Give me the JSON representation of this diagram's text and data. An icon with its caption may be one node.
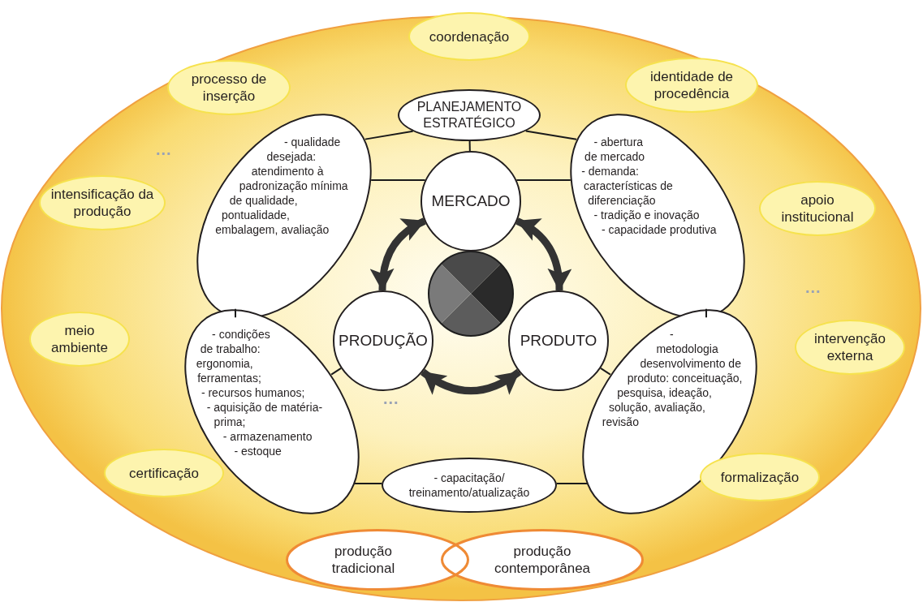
{
  "diagram": {
    "nodes": [
      {
        "text": [
          "coordenação"
        ]
      },
      {
        "text": [
          "processo de inserção"
        ]
      },
      {
        "text": [
          "identidade de procedência"
        ]
      },
      {
        "text": [
          "PLANEJAMENTO ESTRATÉGICO"
        ]
      },
      {
        "text": [
          "- qualidade desejada: atendimento à padronização mínima de qualidade, pontualidade, embalagem, avaliação"
        ]
      },
      {
        "text": [
          "- abertura de mercado",
          "- demanda: características de diferenciação",
          "- tradição e inovação",
          "- capacidade produtiva"
        ]
      },
      {
        "text": [
          "intensificação da produção"
        ]
      },
      {
        "text": [
          "apoio institucional"
        ]
      },
      {
        "text": [
          "MERCADO"
        ]
      },
      {
        "text": [
          "PRODUÇÃO"
        ]
      },
      {
        "text": [
          "PRODUTO"
        ]
      },
      {
        "text": [
          "meio ambiente"
        ]
      },
      {
        "text": [
          "intervenção externa"
        ]
      },
      {
        "text": [
          "- condições de trabalho: ergonomia, ferramentas;",
          "- recursos humanos;",
          "- aquisição de matéria-prima;",
          "- armazenamento",
          "- estoque"
        ]
      },
      {
        "text": [
          "- metodologia desenvolvimento de produto: conceituação, pesquisa, ideação, solução, avaliação, revisão"
        ]
      },
      {
        "text": [
          "certificação"
        ]
      },
      {
        "text": [
          "- capacitação/ treinamento/atualização"
        ]
      },
      {
        "text": [
          "formalização"
        ]
      },
      {
        "text": [
          "produção tradicional"
        ]
      },
      {
        "text": [
          "produção contemporânea"
        ]
      }
    ],
    "edges": [
      {
        "from": 3,
        "to": 4,
        "arrow": "none"
      },
      {
        "from": 3,
        "to": 5,
        "arrow": "none"
      },
      {
        "from": 3,
        "to": 8,
        "arrow": "none"
      },
      {
        "from": 4,
        "to": 8,
        "arrow": "none"
      },
      {
        "from": 5,
        "to": 8,
        "arrow": "none"
      },
      {
        "from": 4,
        "to": 13,
        "arrow": "none"
      },
      {
        "from": 5,
        "to": 14,
        "arrow": "none"
      },
      {
        "from": 9,
        "to": 13,
        "arrow": "none"
      },
      {
        "from": 10,
        "to": 14,
        "arrow": "none"
      },
      {
        "from": 13,
        "to": 16,
        "arrow": "none"
      },
      {
        "from": 16,
        "to": 14,
        "arrow": "none"
      },
      {
        "from": 8,
        "to": 9,
        "arrow": "both",
        "style": "thick",
        "color": "#333333"
      },
      {
        "from": 8,
        "to": 10,
        "arrow": "both",
        "style": "thick",
        "color": "#333333"
      },
      {
        "from": 9,
        "to": 10,
        "arrow": "both",
        "style": "thick",
        "color": "#333333"
      }
    ],
    "labels": [
      "...",
      "...",
      "..."
    ]
  }
}
